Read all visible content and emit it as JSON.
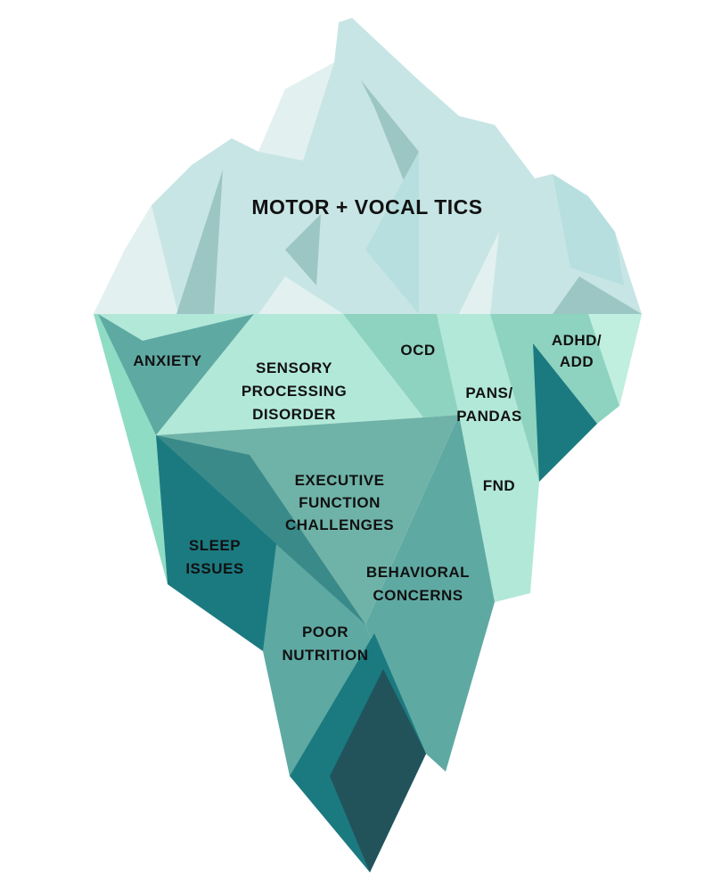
{
  "title": "MOTOR + VOCAL TICS",
  "labels": {
    "anxiety": [
      "ANXIETY"
    ],
    "sensory": [
      "SENSORY",
      "PROCESSING",
      "DISORDER"
    ],
    "ocd": [
      "OCD"
    ],
    "pans": [
      "PANS/",
      "PANDAS"
    ],
    "adhd": [
      "ADHD/",
      "ADD"
    ],
    "fnd": [
      "FND"
    ],
    "executive": [
      "EXECUTIVE",
      "FUNCTION",
      "CHALLENGES"
    ],
    "sleep": [
      "SLEEP",
      "ISSUES"
    ],
    "behavioral": [
      "BEHAVIORAL",
      "CONCERNS"
    ],
    "nutrition": [
      "POOR",
      "NUTRITION"
    ]
  },
  "colors": {
    "ice": "#c8e5e5",
    "ice_light": "#e2f1f0",
    "ice_shadow": "#9cc6c3",
    "mint": "#b2e8d8",
    "mint_mid": "#8ed3bf",
    "teal": "#5fa9a3",
    "teal_mid": "#3b8a8a",
    "teal_dark": "#1b7a80",
    "teal_darkest": "#22535b"
  }
}
